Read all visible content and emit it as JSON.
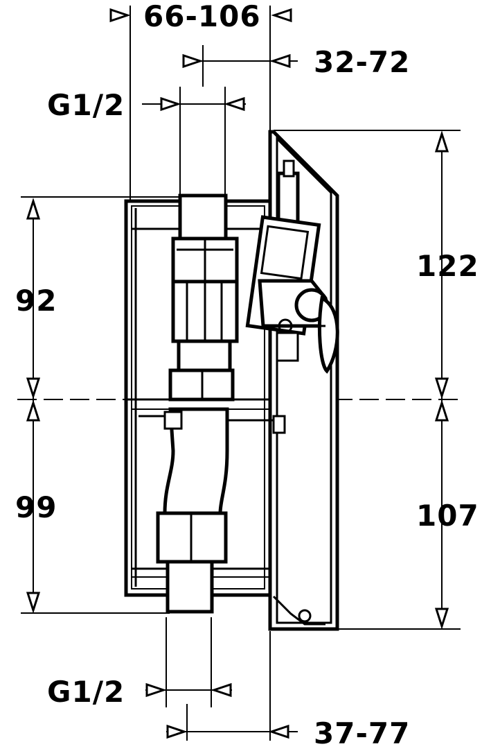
{
  "dimensions": {
    "top_overall": "66-106",
    "top_offset": "32-72",
    "top_thread": "G1/2",
    "left_upper": "92",
    "left_lower": "99",
    "right_upper": "122",
    "right_lower": "107",
    "bottom_thread": "G1/2",
    "bottom_offset": "37-77"
  },
  "colors": {
    "line": "#000000",
    "background": "#ffffff"
  }
}
